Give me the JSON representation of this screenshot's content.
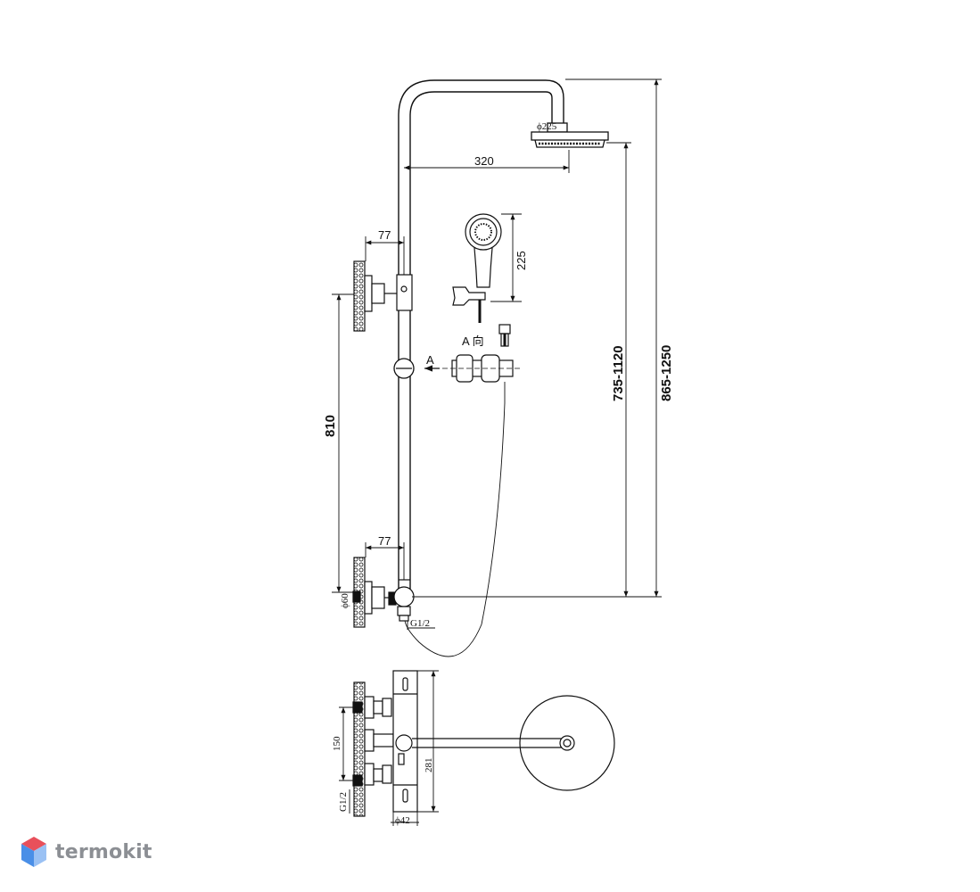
{
  "dimensions": {
    "arm_reach": "320",
    "shower_head_diameter": "ϕ225",
    "hand_shower_length": "225",
    "upper_bracket_offset": "77",
    "lower_bracket_offset": "77",
    "bar_height": "810",
    "connection_diameter": "ϕ60",
    "inlet_thread": "G1/2",
    "head_height_range": "735-1120",
    "total_height_range": "865-1250",
    "view_label": "A",
    "view_label_direction": "A  向",
    "inlet_spacing": "150",
    "body_height": "281",
    "inlet_thread_bottom": "G1/2",
    "body_diameter": "ϕ42"
  },
  "logo": {
    "text": "termokit",
    "colors": {
      "top": "#e8505b",
      "left": "#4a8fe7",
      "right": "#9ac1f4"
    }
  },
  "colors": {
    "line": "#111111",
    "text_gray": "#8c8f94"
  }
}
